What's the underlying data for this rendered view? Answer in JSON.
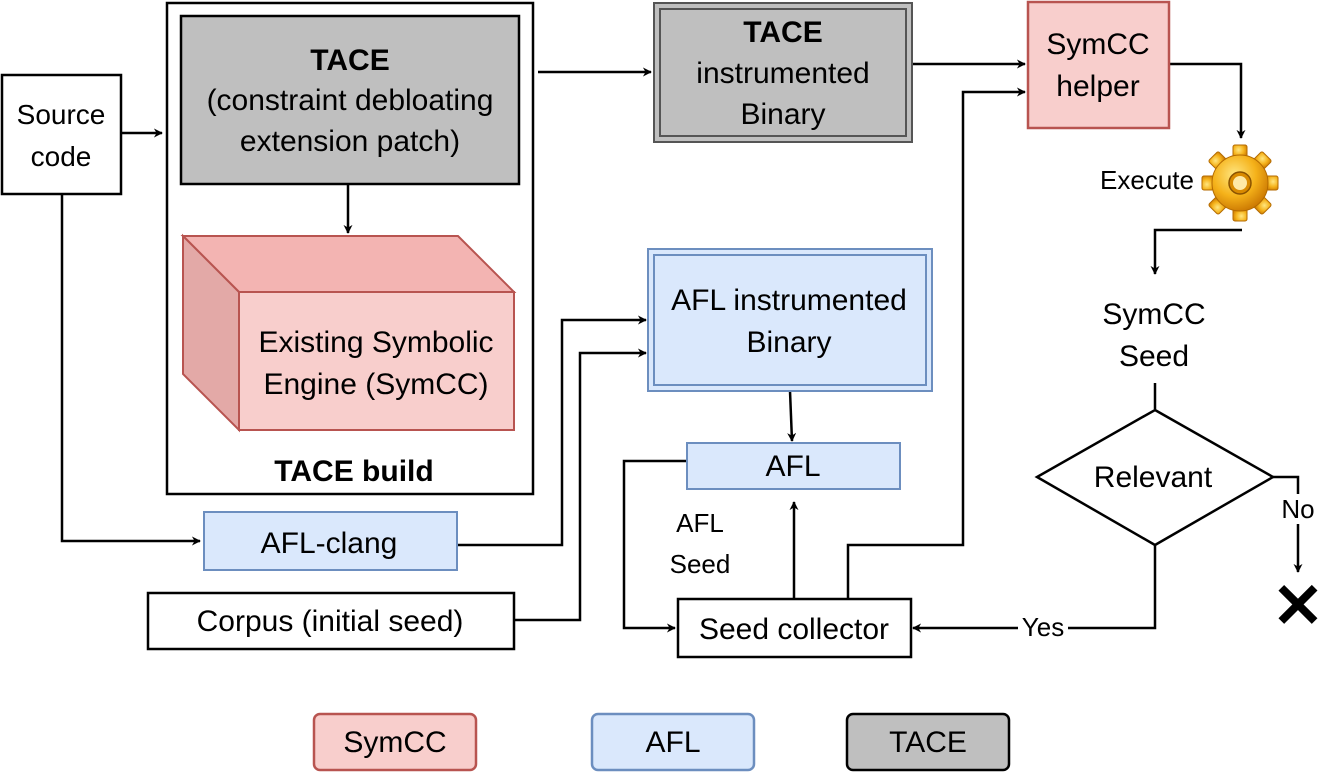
{
  "nodes": {
    "source_code": [
      "Source",
      "code"
    ],
    "tace_patch": [
      "TACE",
      "(constraint debloating",
      "extension patch)"
    ],
    "symbolic_engine": [
      "Existing Symbolic",
      "Engine (SymCC)"
    ],
    "tace_build": "TACE build",
    "tace_binary": [
      "TACE",
      "instrumented",
      "Binary"
    ],
    "symcc_helper": [
      "SymCC",
      "helper"
    ],
    "execute": "Execute",
    "symcc_seed": [
      "SymCC",
      "Seed"
    ],
    "relevant": "Relevant",
    "afl_binary": [
      "AFL instrumented",
      "Binary"
    ],
    "afl": "AFL",
    "afl_clang": "AFL-clang",
    "corpus": "Corpus (initial seed)",
    "afl_seed": [
      "AFL",
      "Seed"
    ],
    "seed_collector": "Seed collector",
    "reject_mark": "✕"
  },
  "edge_labels": {
    "no": "No",
    "yes": "Yes"
  },
  "legend": [
    {
      "label": "SymCC",
      "fill": "#f8cecc",
      "stroke": "#b85450"
    },
    {
      "label": "AFL",
      "fill": "#dae8fc",
      "stroke": "#6c8ebf"
    },
    {
      "label": "TACE",
      "fill": "#bfbfbf",
      "stroke": "#000000"
    }
  ],
  "colors": {
    "symcc_fill": "#f8cecc",
    "symcc_stroke": "#b85450",
    "afl_fill": "#dae8fc",
    "afl_stroke": "#6c8ebf",
    "tace_fill": "#bfbfbf",
    "tace_stroke": "#000000"
  },
  "icons": {
    "execute": "gear-icon"
  }
}
